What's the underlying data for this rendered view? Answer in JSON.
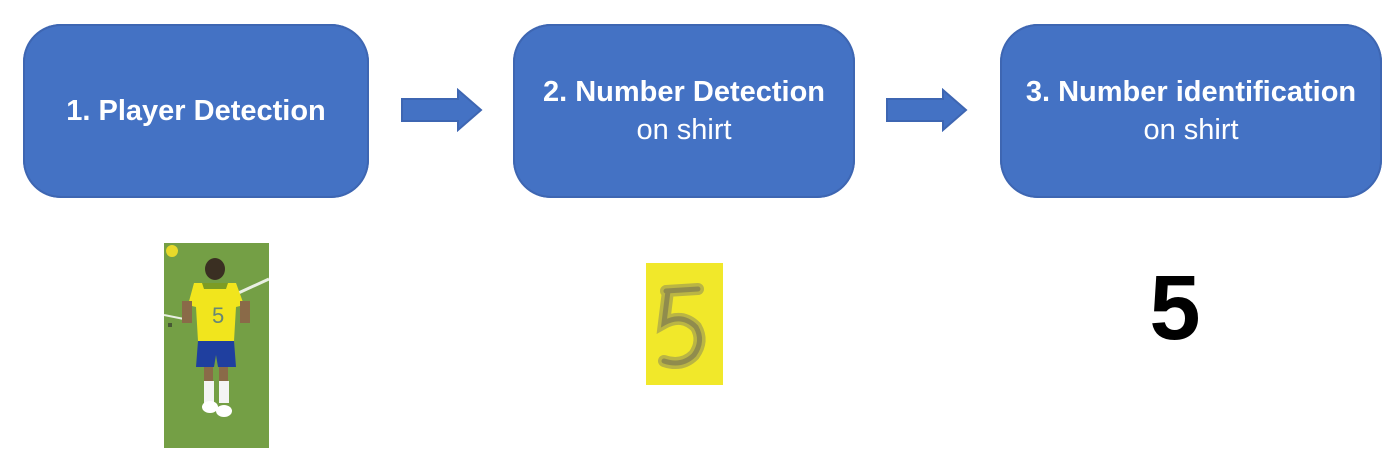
{
  "steps": [
    {
      "title": "1. Player Detection",
      "subtitle": ""
    },
    {
      "title": "2. Number Detection",
      "subtitle": "on shirt"
    },
    {
      "title": "3. Number identification",
      "subtitle": "on shirt"
    }
  ],
  "result": {
    "digit": "5"
  },
  "images": {
    "player_crop": {
      "shirt_number": "5"
    },
    "number_crop": {
      "number": "5"
    }
  },
  "colors": {
    "box_fill": "#4472c4",
    "arrow_fill": "#4472c4",
    "text_on_box": "#ffffff",
    "result_text": "#000000",
    "pitch_green": "#6f9a43",
    "shirt_yellow": "#f1e51d",
    "shorts_blue": "#1f3f9f"
  }
}
